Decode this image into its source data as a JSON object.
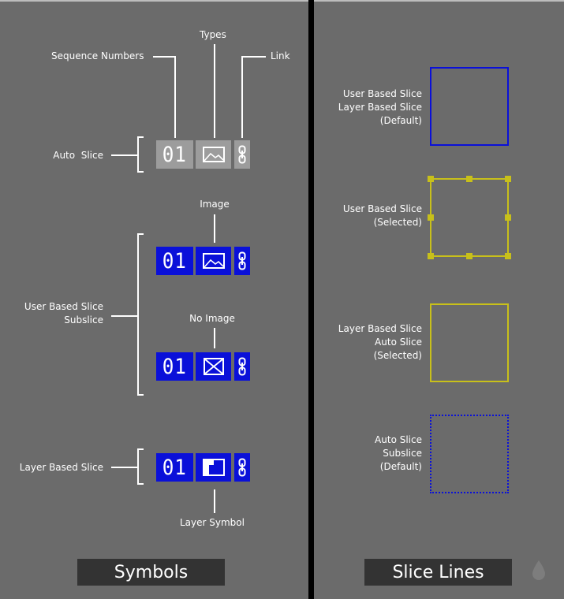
{
  "symbols": {
    "header_labels": {
      "sequence_numbers": "Sequence Numbers",
      "types": "Types",
      "link": "Link"
    },
    "rows": [
      {
        "label": "Auto  Slice",
        "number": "01",
        "color": "#9c9c9c",
        "type_icon": "image-icon"
      },
      {
        "label": "User Based Slice\nSubslice",
        "number": "01",
        "color": "#0a10d9",
        "type_icon": "image-icon"
      },
      {
        "label": "",
        "number": "01",
        "color": "#0a10d9",
        "type_icon": "no-image-icon"
      },
      {
        "label": "Layer Based Slice",
        "number": "01",
        "color": "#0a10d9",
        "type_icon": "layer-symbol-icon"
      }
    ],
    "annotations": {
      "image": "Image",
      "no_image": "No Image",
      "layer_symbol": "Layer Symbol"
    },
    "title": "Symbols"
  },
  "slice_lines": {
    "items": [
      {
        "label": "User Based Slice\nLayer Based Slice\n(Default)",
        "color": "#0a10d9",
        "style": "solid"
      },
      {
        "label": "User Based Slice\n(Selected)",
        "color": "#c8c01a",
        "style": "solid-handles"
      },
      {
        "label": "Layer Based Slice\nAuto Slice\n(Selected)",
        "color": "#c8c01a",
        "style": "solid"
      },
      {
        "label": "Auto Slice\nSubslice\n(Default)",
        "color": "#0a10d9",
        "style": "dotted"
      }
    ],
    "title": "Slice Lines"
  }
}
